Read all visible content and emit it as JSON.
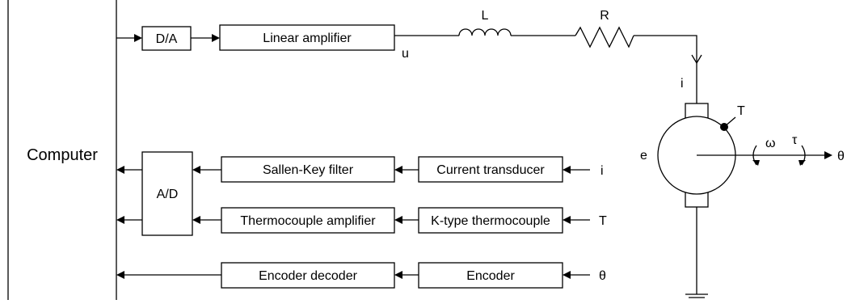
{
  "blocks": {
    "computer": "Computer",
    "da": "D/A",
    "linear_amplifier": "Linear amplifier",
    "ad": "A/D",
    "sallen_key_filter": "Sallen-Key filter",
    "current_transducer": "Current transducer",
    "thermocouple_amplifier": "Thermocouple amplifier",
    "k_type_thermocouple": "K-type thermocouple",
    "encoder_decoder": "Encoder decoder",
    "encoder": "Encoder"
  },
  "symbols": {
    "u": "u",
    "L": "L",
    "R": "R",
    "i_wire": "i",
    "T_motor": "T",
    "e": "e",
    "omega": "ω",
    "tau": "τ",
    "theta_out": "θ",
    "i_input": "i",
    "T_input": "T",
    "theta_input": "θ"
  }
}
